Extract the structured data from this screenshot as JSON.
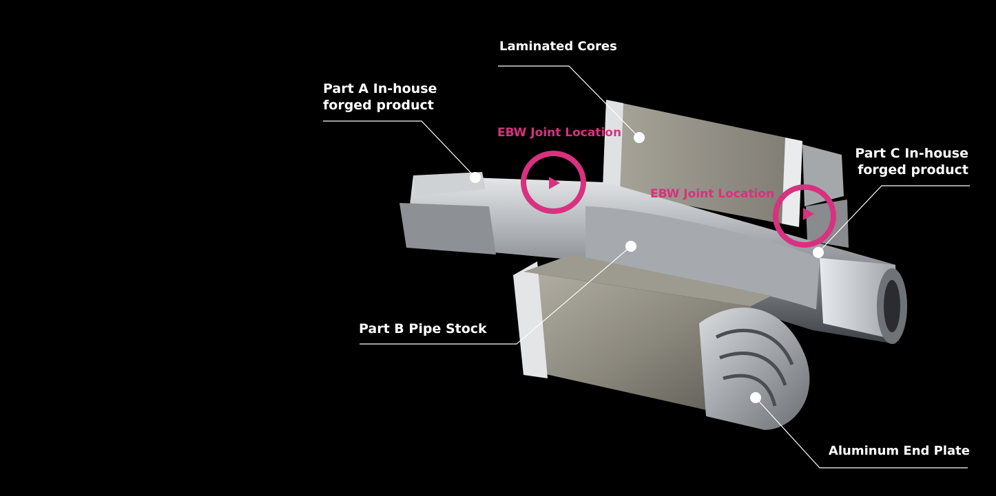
{
  "labels": {
    "laminated_cores": "Laminated Cores",
    "part_a_line1": "Part A In-house",
    "part_a_line2": "forged product",
    "part_c_line1": "Part C In-house",
    "part_c_line2": "forged product",
    "part_b": "Part B Pipe Stock",
    "aluminum_end_plate": "Aluminum End Plate",
    "ebw_left": "EBW Joint Location",
    "ebw_right": "EBW Joint Location"
  },
  "colors": {
    "background": "#000000",
    "label_text": "#ffffff",
    "accent_pink": "#d8317f",
    "metal_light": "#c9ccd0",
    "metal_dark": "#5a5d62",
    "core_gray": "#8c8a80"
  }
}
